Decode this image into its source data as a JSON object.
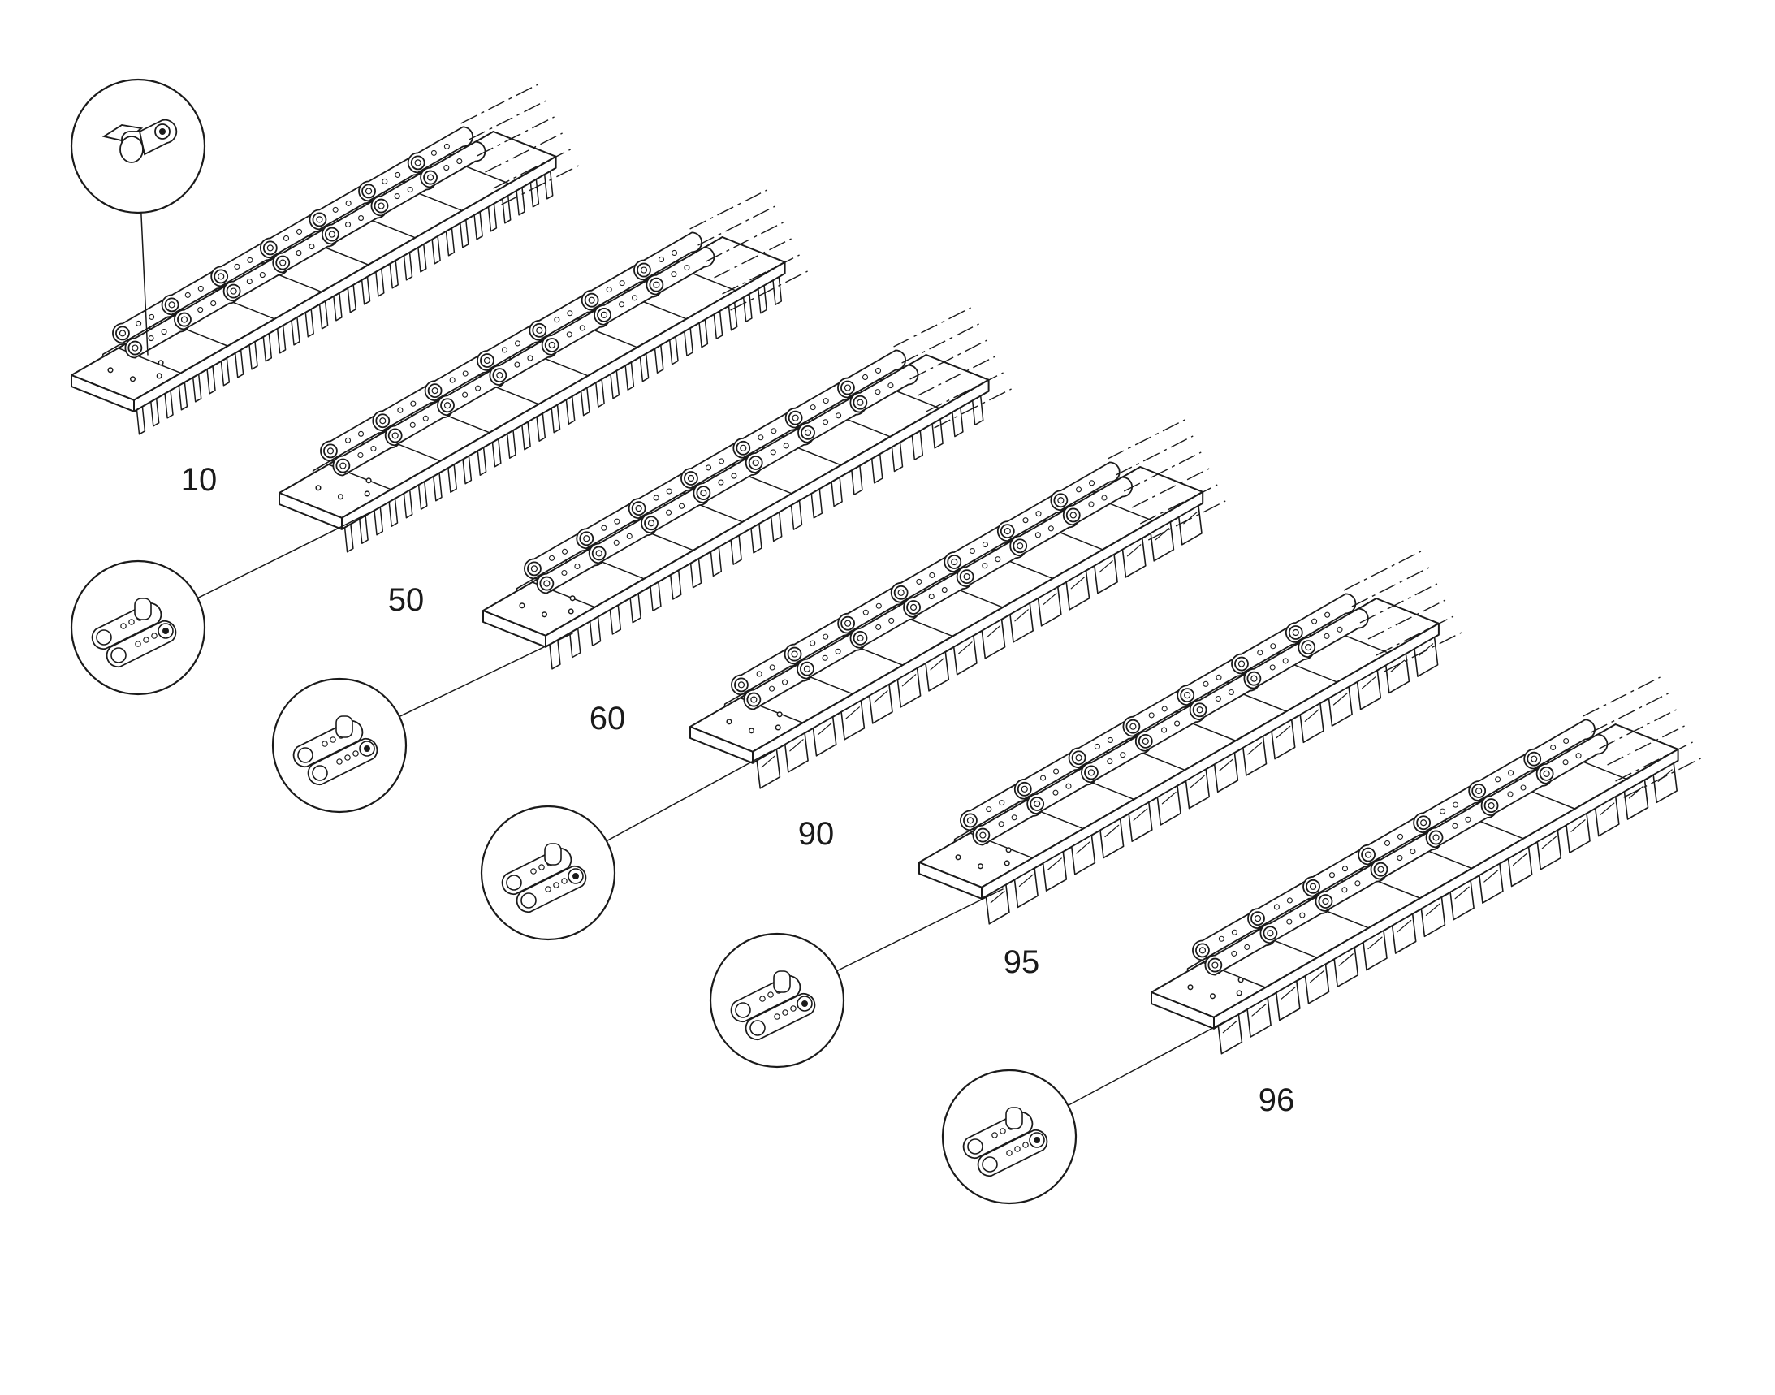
{
  "diagram": {
    "style": "black-line isometric parts drawing on white",
    "line_color": "#1a1a1a",
    "background_color": "#ffffff",
    "assemblies": [
      {
        "id": "10",
        "label": "10",
        "grouser": "teeth",
        "detail_icon": "single-grouser-link-icon"
      },
      {
        "id": "50",
        "label": "50",
        "grouser": "teeth",
        "detail_icon": "chain-link-assembly-icon"
      },
      {
        "id": "60",
        "label": "60",
        "grouser": "sparse-teeth",
        "detail_icon": "chain-link-assembly-icon"
      },
      {
        "id": "90",
        "label": "90",
        "grouser": "box",
        "detail_icon": "chain-link-assembly-icon"
      },
      {
        "id": "95",
        "label": "95",
        "grouser": "box",
        "detail_icon": "chain-link-assembly-icon"
      },
      {
        "id": "96",
        "label": "96",
        "grouser": "box",
        "detail_icon": "chain-link-assembly-icon"
      }
    ]
  }
}
